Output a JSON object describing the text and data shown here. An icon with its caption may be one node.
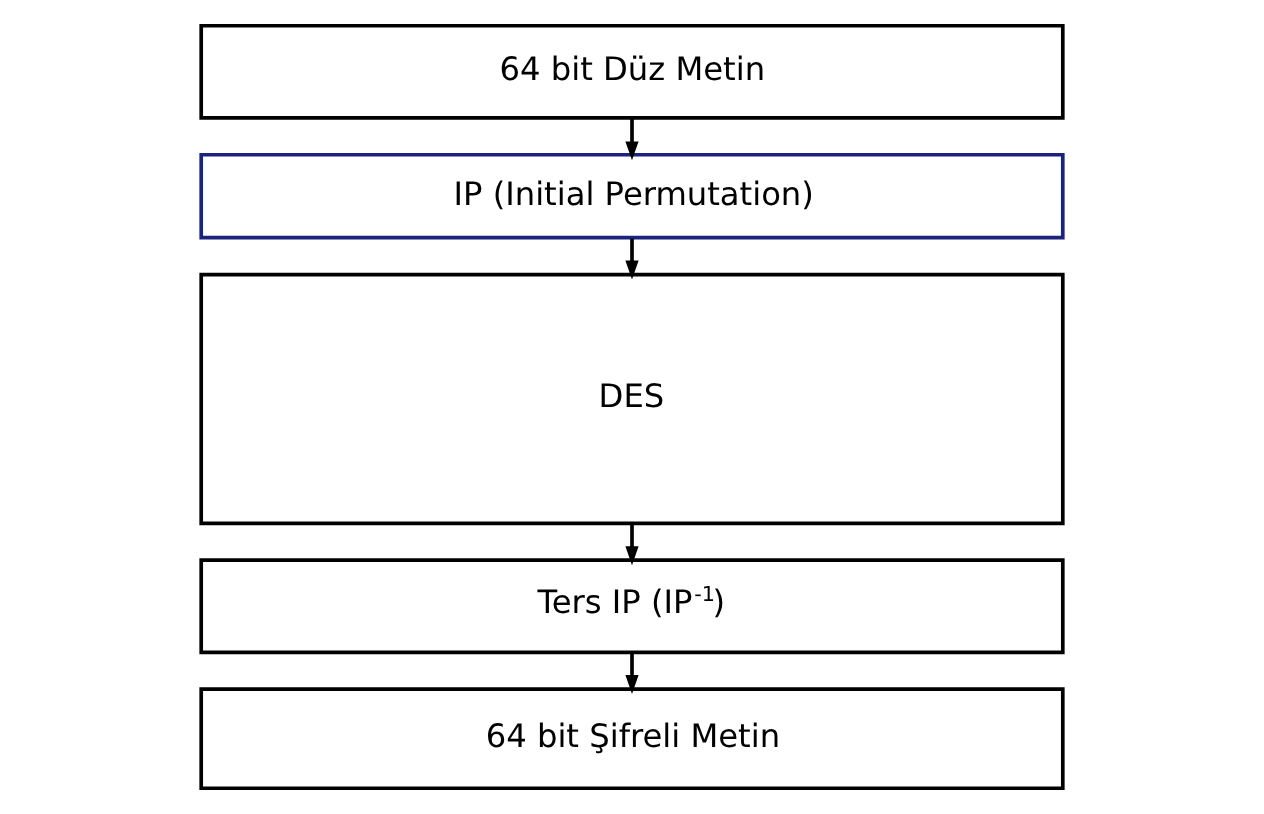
{
  "diagram": {
    "nodes": [
      {
        "text": [
          "64 bit Düz Metin"
        ]
      },
      {
        "text": [
          "IP (Initial Permutation)"
        ]
      },
      {
        "text": [
          "DES"
        ]
      },
      {
        "text": [
          "Ters IP (IP$^{-1}$)"
        ]
      },
      {
        "text": [
          "64 bit Şifreli Metin"
        ]
      }
    ],
    "edges": [
      {
        "from": 0,
        "to": 1,
        "arrow": "to"
      },
      {
        "from": 1,
        "to": 2,
        "arrow": "to"
      },
      {
        "from": 2,
        "to": 3,
        "arrow": "to"
      },
      {
        "from": 3,
        "to": 4,
        "arrow": "to"
      }
    ]
  }
}
